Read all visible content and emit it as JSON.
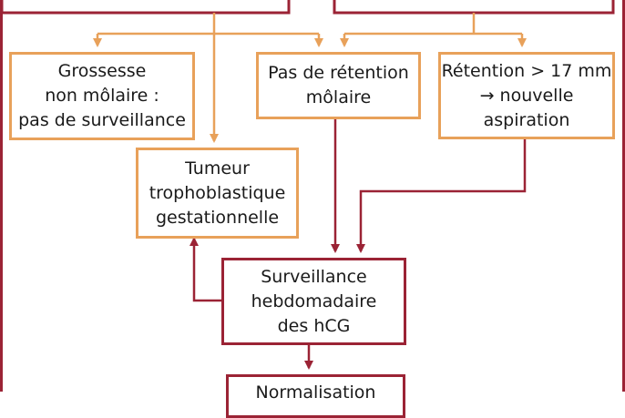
{
  "colors": {
    "orange": "#e8a15a",
    "dark_red": "#9b2335",
    "text": "#1a1a1a",
    "background": "#ffffff"
  },
  "nodes": {
    "grossesse_non_molaire": {
      "lines": [
        "Grossesse",
        "non môlaire :",
        "pas de surveillance"
      ]
    },
    "pas_de_retention": {
      "lines": [
        "Pas de rétention",
        "môlaire"
      ]
    },
    "retention": {
      "lines": [
        "Rétention > 17 mm",
        "→ nouvelle",
        "aspiration"
      ]
    },
    "tumeur": {
      "lines": [
        "Tumeur",
        "trophoblastique",
        "gestationnelle"
      ]
    },
    "surveillance": {
      "lines": [
        "Surveillance",
        "hebdomadaire",
        "des hCG"
      ]
    },
    "normalisation": {
      "lines": [
        "Normalisation"
      ]
    }
  }
}
